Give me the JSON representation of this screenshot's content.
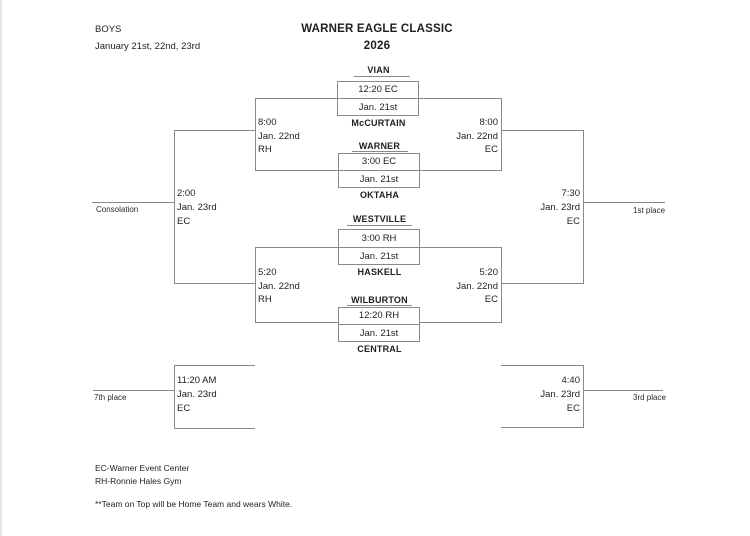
{
  "header": {
    "division": "BOYS",
    "dates": "January 21st, 22nd, 23rd",
    "title": "WARNER EAGLE CLASSIC",
    "year": "2026"
  },
  "round1_games": [
    {
      "top_team": "VIAN",
      "time": "12:20 EC",
      "date": "Jan. 21st",
      "bottom_team": "McCURTAIN"
    },
    {
      "top_team": "WARNER",
      "time": "3:00 EC",
      "date": "Jan. 21st",
      "bottom_team": "OKTAHA"
    },
    {
      "top_team": "WESTVILLE",
      "time": "3:00 RH",
      "date": "Jan. 21st",
      "bottom_team": "HASKELL"
    },
    {
      "top_team": "WILBURTON",
      "time": "12:20 RH",
      "date": "Jan. 21st",
      "bottom_team": "CENTRAL"
    }
  ],
  "round2": {
    "consolation_semi_top": {
      "time": "8:00",
      "date": "Jan. 22nd",
      "venue": "RH"
    },
    "winners_semi_top": {
      "time": "8:00",
      "date": "Jan. 22nd",
      "venue": "EC"
    },
    "consolation_semi_bottom": {
      "time": "5:20",
      "date": "Jan. 22nd",
      "venue": "RH"
    },
    "winners_semi_bottom": {
      "time": "5:20",
      "date": "Jan. 22nd",
      "venue": "EC"
    }
  },
  "finals": {
    "championship": {
      "time": "7:30",
      "date": "Jan. 23rd",
      "venue": "EC",
      "label": "1st place"
    },
    "consolation": {
      "time": "2:00",
      "date": "Jan. 23rd",
      "venue": "EC",
      "label": "Consolation"
    },
    "seventh": {
      "time": "11:20 AM",
      "date": "Jan. 23rd",
      "venue": "EC",
      "label": "7th place"
    },
    "third": {
      "time": "4:40",
      "date": "Jan. 23rd",
      "venue": "EC",
      "label": "3rd place"
    }
  },
  "legend": {
    "ec": "EC-Warner Event Center",
    "rh": "RH-Ronnie Hales Gym",
    "note": "**Team on Top will be Home Team and wears White."
  },
  "colors": {
    "line": "#8a8a8a",
    "text": "#1f1f1f",
    "background": "#ffffff"
  }
}
